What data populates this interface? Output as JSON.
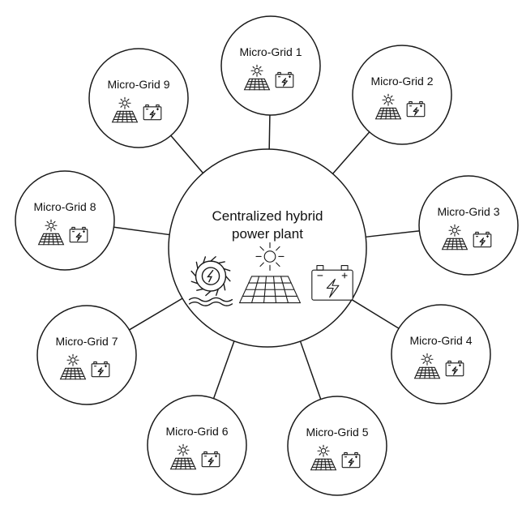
{
  "center": {
    "title_line1": "Centralized hybrid",
    "title_line2": "power plant",
    "icons": [
      "hydro-turbine-icon",
      "solar-panel-icon",
      "battery-icon"
    ]
  },
  "microgrids": [
    {
      "label": "Micro-Grid 1",
      "icons": [
        "solar-panel-icon",
        "battery-icon"
      ]
    },
    {
      "label": "Micro-Grid 2",
      "icons": [
        "solar-panel-icon",
        "battery-icon"
      ]
    },
    {
      "label": "Micro-Grid 3",
      "icons": [
        "solar-panel-icon",
        "battery-icon"
      ]
    },
    {
      "label": "Micro-Grid 4",
      "icons": [
        "solar-panel-icon",
        "battery-icon"
      ]
    },
    {
      "label": "Micro-Grid 5",
      "icons": [
        "solar-panel-icon",
        "battery-icon"
      ]
    },
    {
      "label": "Micro-Grid 6",
      "icons": [
        "solar-panel-icon",
        "battery-icon"
      ]
    },
    {
      "label": "Micro-Grid 7",
      "icons": [
        "solar-panel-icon",
        "battery-icon"
      ]
    },
    {
      "label": "Micro-Grid 8",
      "icons": [
        "solar-panel-icon",
        "battery-icon"
      ]
    },
    {
      "label": "Micro-Grid 9",
      "icons": [
        "solar-panel-icon",
        "battery-icon"
      ]
    }
  ],
  "colors": {
    "stroke": "#1a1a1a",
    "background": "#ffffff",
    "text": "#111111"
  }
}
